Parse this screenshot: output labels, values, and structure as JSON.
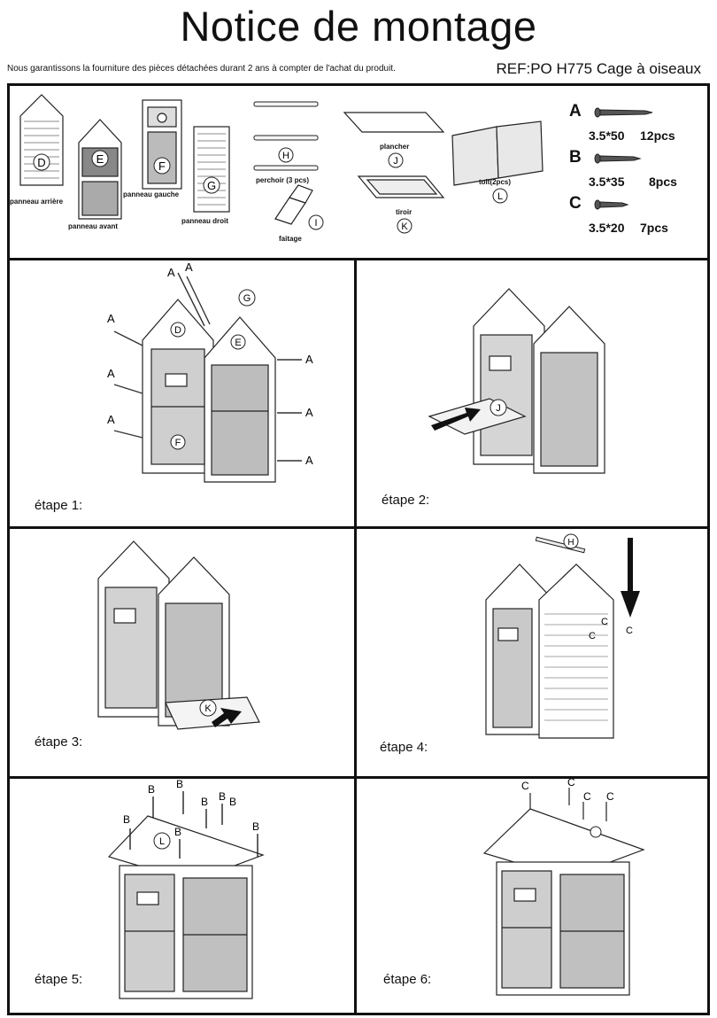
{
  "header": {
    "title": "Notice de montage",
    "guarantee": "Nous garantissons la fourniture des pièces détachées durant 2 ans à compter de l'achat du produit.",
    "ref": "REF:PO H775 Cage à oiseaux"
  },
  "parts": {
    "D": {
      "letter": "D",
      "label": "panneau arrière"
    },
    "E": {
      "letter": "E",
      "label": "panneau avant"
    },
    "F": {
      "letter": "F",
      "label": "panneau gauche"
    },
    "G": {
      "letter": "G",
      "label": "panneau droit"
    },
    "H": {
      "letter": "H",
      "label": "perchoir (3 pcs)"
    },
    "I": {
      "letter": "I",
      "label": "faitage"
    },
    "J": {
      "letter": "J",
      "label": "plancher"
    },
    "K": {
      "letter": "K",
      "label": "tiroir"
    },
    "L": {
      "letter": "L",
      "label": "toit(2pcs)"
    }
  },
  "screws": [
    {
      "letter": "A",
      "size": "3.5*50",
      "qty": "12pcs"
    },
    {
      "letter": "B",
      "size": "3.5*35",
      "qty": "8pcs"
    },
    {
      "letter": "C",
      "size": "3.5*20",
      "qty": "7pcs"
    }
  ],
  "steps": [
    {
      "label": "étape 1:"
    },
    {
      "label": "étape 2:"
    },
    {
      "label": "étape 3:"
    },
    {
      "label": "étape 4:"
    },
    {
      "label": "étape 5:"
    },
    {
      "label": "étape 6:"
    }
  ],
  "callouts": {
    "a": "A",
    "b": "B",
    "c": "C",
    "d": "D",
    "e": "E",
    "f": "F",
    "g": "G",
    "h": "H",
    "j": "J",
    "k": "K",
    "l": "L"
  }
}
